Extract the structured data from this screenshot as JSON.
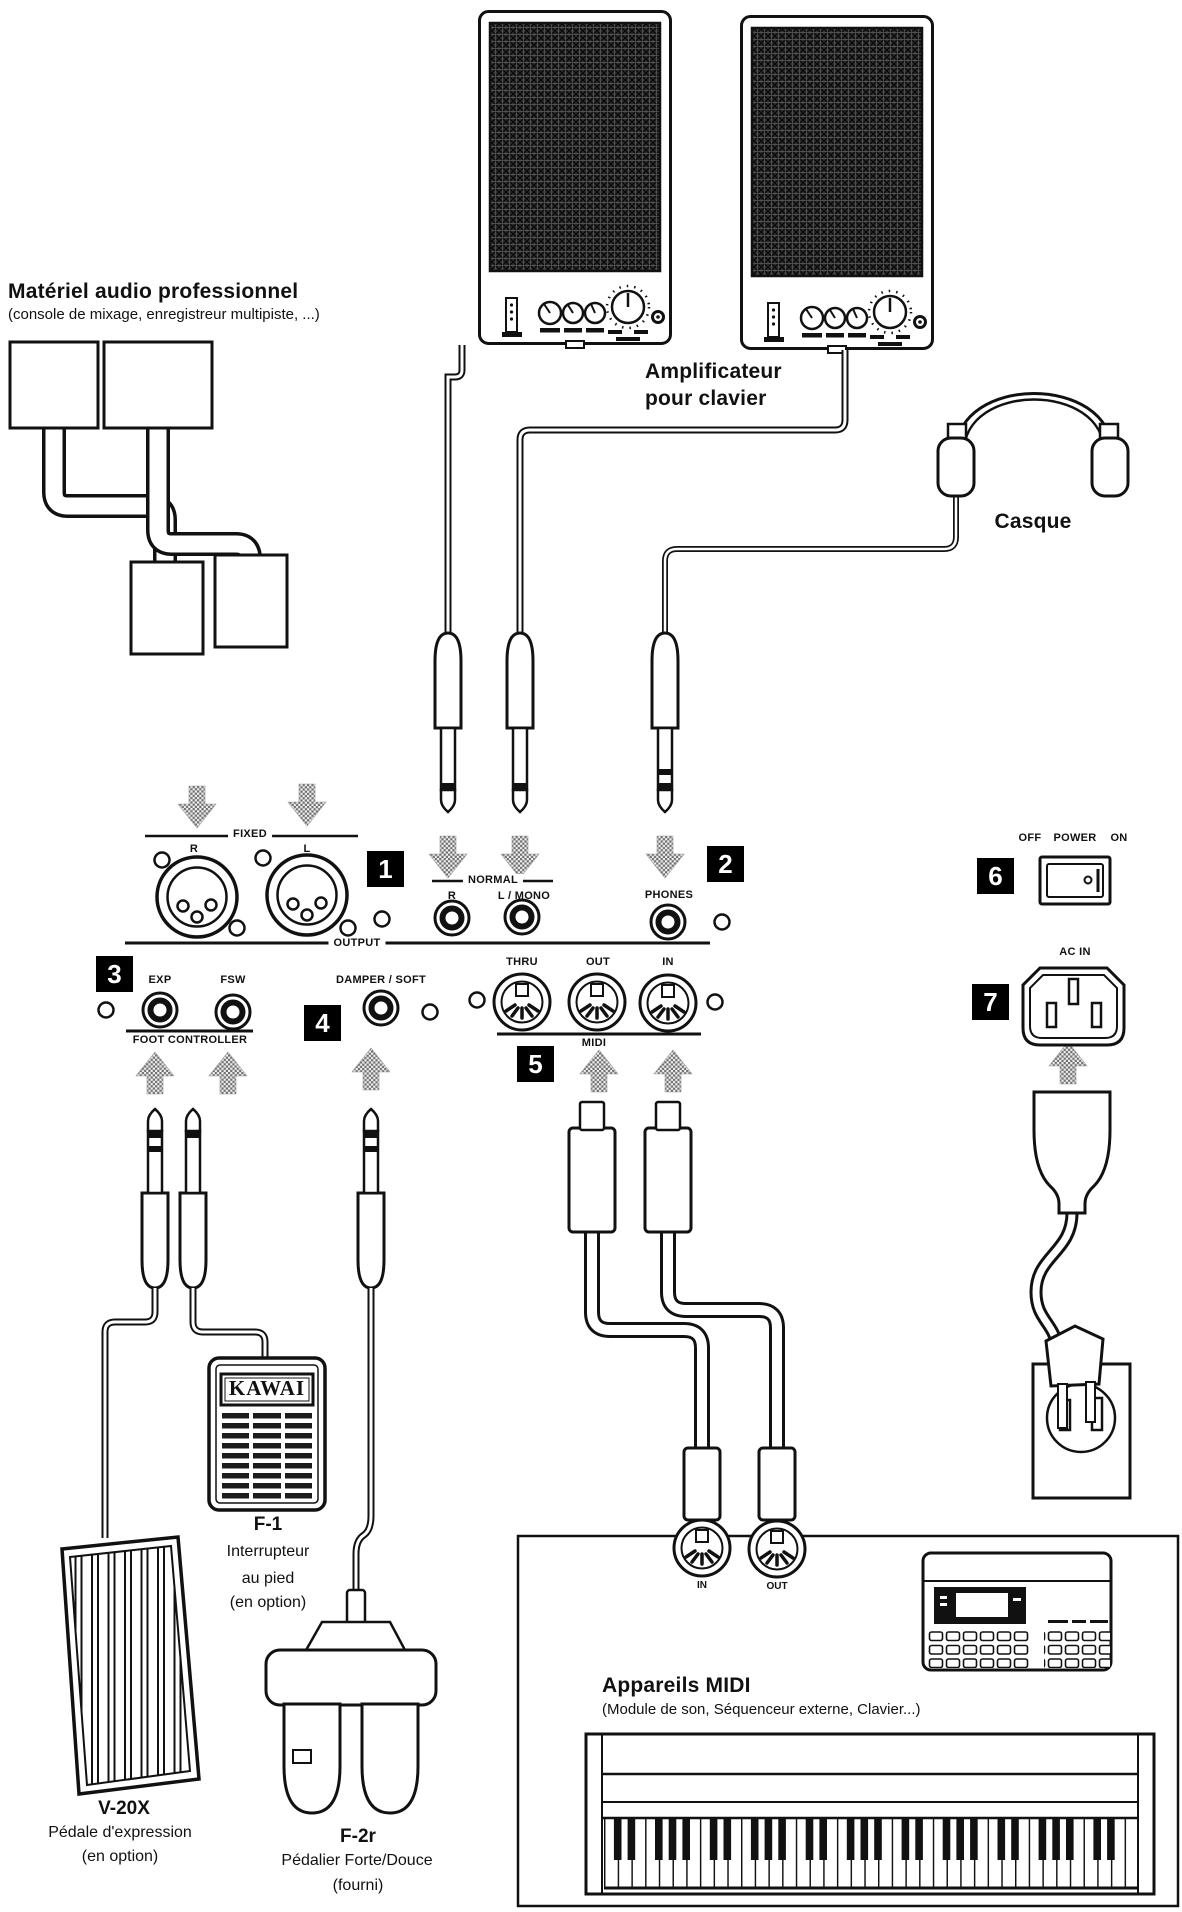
{
  "colors": {
    "ink": "#111111",
    "paper": "#ffffff",
    "callout_bg": "#000000",
    "halftone_gray": "#6f6f6f"
  },
  "pro_audio": {
    "title": "Matériel audio professionnel",
    "subtitle": "(console de mixage, enregistreur multipiste, ...)"
  },
  "amplifier": {
    "line1": "Amplificateur",
    "line2": "pour clavier"
  },
  "headphones": {
    "label": "Casque"
  },
  "panel": {
    "fixed": {
      "group": "FIXED",
      "r": "R",
      "l": "L"
    },
    "output": "OUTPUT",
    "normal": {
      "group": "NORMAL",
      "r": "R",
      "l_mono": "L / MONO"
    },
    "phones": "PHONES",
    "foot": {
      "exp": "EXP",
      "fsw": "FSW",
      "group": "FOOT CONTROLLER"
    },
    "damper": "DAMPER / SOFT",
    "midi": {
      "thru": "THRU",
      "out": "OUT",
      "in": "IN",
      "group": "MIDI"
    },
    "power": {
      "off": "OFF",
      "label": "POWER",
      "on": "ON"
    },
    "ac_in": "AC IN"
  },
  "callouts": {
    "c1": "1",
    "c2": "2",
    "c3": "3",
    "c4": "4",
    "c5": "5",
    "c6": "6",
    "c7": "7"
  },
  "midi_cables": {
    "in": "IN",
    "out": "OUT"
  },
  "pedals": {
    "v20x": {
      "model": "V-20X",
      "desc": "Pédale d'expression",
      "note": "(en option)"
    },
    "f1": {
      "brand": "KAWAI",
      "model": "F-1",
      "desc1": "Interrupteur",
      "desc2": "au pied",
      "note": "(en option)"
    },
    "f2r": {
      "model": "F-2r",
      "desc": "Pédalier Forte/Douce",
      "note": "(fourni)"
    }
  },
  "midi_devices": {
    "title": "Appareils MIDI",
    "subtitle": "(Module de son, Séquenceur externe, Clavier...)"
  }
}
